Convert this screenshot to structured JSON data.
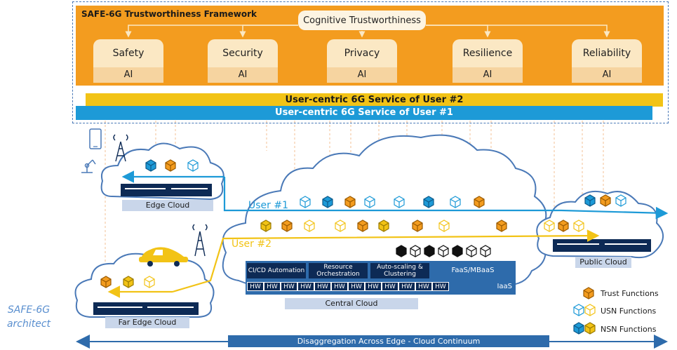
{
  "framework": {
    "title": "SAFE-6G Trustworthiness Framework",
    "top_node": "Cognitive Trustworthiness",
    "pillars": [
      {
        "name": "Safety",
        "ai": "AI"
      },
      {
        "name": "Security",
        "ai": "AI"
      },
      {
        "name": "Privacy",
        "ai": "AI"
      },
      {
        "name": "Resilience",
        "ai": "AI"
      },
      {
        "name": "Reliability",
        "ai": "AI"
      }
    ]
  },
  "services": {
    "user2": "User-centric 6G Service of User #2",
    "user1": "User-centric 6G Service of User #1"
  },
  "clouds": {
    "edge": "Edge Cloud",
    "far_edge": "Far Edge Cloud",
    "central": "Central Cloud",
    "public": "Public Cloud"
  },
  "flows": {
    "user1": "User #1",
    "user2": "User #2"
  },
  "central_stack": {
    "boxes": [
      "CI/CD Automation",
      "Resource Orchestration",
      "Auto-scaling & Clustering",
      "FaaS/MBaaS"
    ],
    "hw_label": "HW",
    "iaas": "IaaS"
  },
  "legend": [
    {
      "label": "Trust Functions"
    },
    {
      "label": "USN Functions"
    },
    {
      "label": "NSN Functions"
    }
  ],
  "bottom_bar": "Disaggregation Across  Edge - Cloud Continuum",
  "side_label": "SAFE-6G architect",
  "colors": {
    "framework_orange": "#f39c1f",
    "user1_blue": "#1d9ad7",
    "user2_yellow": "#f2c316",
    "cloud_outline": "#4a79b7",
    "dark_navy": "#0d2a55"
  }
}
